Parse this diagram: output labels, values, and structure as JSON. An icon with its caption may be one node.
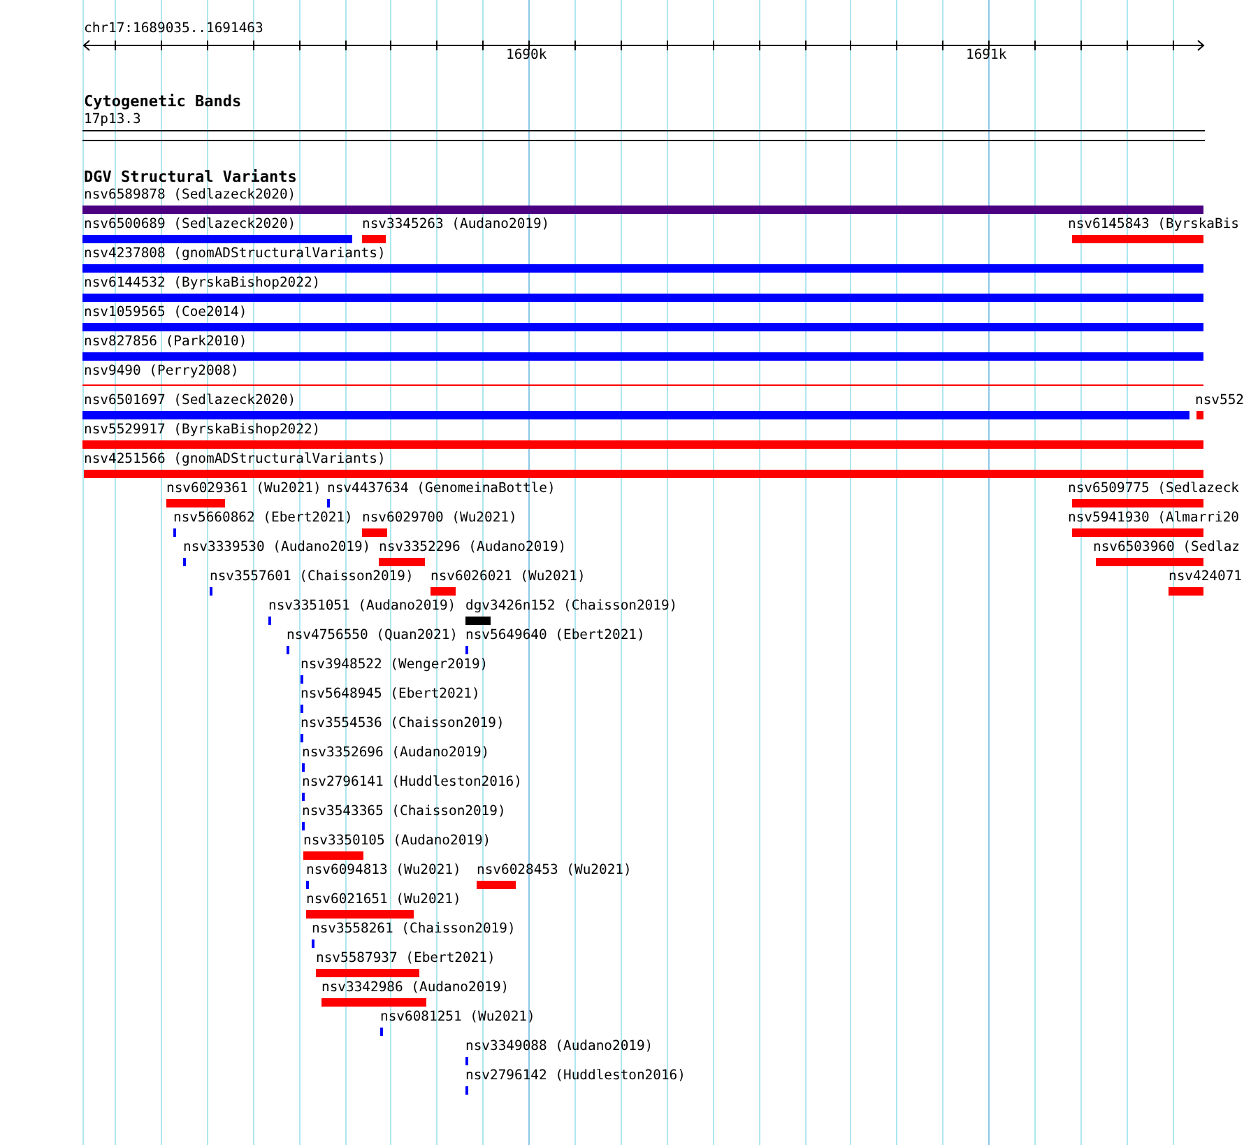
{
  "diagram": {
    "labels": [
      "chr17:1689035..1691463",
      "1690k",
      "1691k",
      "Cytogenetic Bands",
      "17p13.3",
      "DGV Structural Variants",
      "nsv6589878 (Sedlazeck2020)",
      "nsv6500689 (Sedlazeck2020)",
      "nsv3345263 (Audano2019)",
      "nsv6145843 (ByrskaBis",
      "nsv4237808 (gnomADStructuralVariants)",
      "nsv6144532 (ByrskaBishop2022)",
      "nsv1059565 (Coe2014)",
      "nsv827856 (Park2010)",
      "nsv9490 (Perry2008)",
      "nsv6501697 (Sedlazeck2020)",
      "nsv552",
      "nsv5529917 (ByrskaBishop2022)",
      "nsv4251566 (gnomADStructuralVariants)",
      "nsv6029361 (Wu2021)",
      "nsv4437634 (GenomeinaBottle)",
      "nsv6509775 (Sedlazeck",
      "nsv5660862 (Ebert2021)",
      "nsv6029700 (Wu2021)",
      "nsv5941930 (Almarri20",
      "nsv3339530 (Audano2019)",
      "nsv3352296 (Audano2019)",
      "nsv6503960 (Sedlaz",
      "nsv3557601 (Chaisson2019)",
      "nsv6026021 (Wu2021)",
      "nsv424071",
      "nsv3351051 (Audano2019)",
      "dgv3426n152 (Chaisson2019)",
      "nsv4756550 (Quan2021)",
      "nsv5649640 (Ebert2021)",
      "nsv3948522 (Wenger2019)",
      "nsv5648945 (Ebert2021)",
      "nsv3554536 (Chaisson2019)",
      "nsv3352696 (Audano2019)",
      "nsv2796141 (Huddleston2016)",
      "nsv3543365 (Chaisson2019)",
      "nsv3350105 (Audano2019)",
      "nsv6094813 (Wu2021)",
      "nsv6028453 (Wu2021)",
      "nsv6021651 (Wu2021)",
      "nsv3558261 (Chaisson2019)",
      "nsv5587937 (Ebert2021)",
      "nsv3342986 (Audano2019)",
      "nsv6081251 (Wu2021)",
      "nsv3349088 (Audano2019)",
      "nsv2796142 (Huddleston2016)"
    ]
  }
}
